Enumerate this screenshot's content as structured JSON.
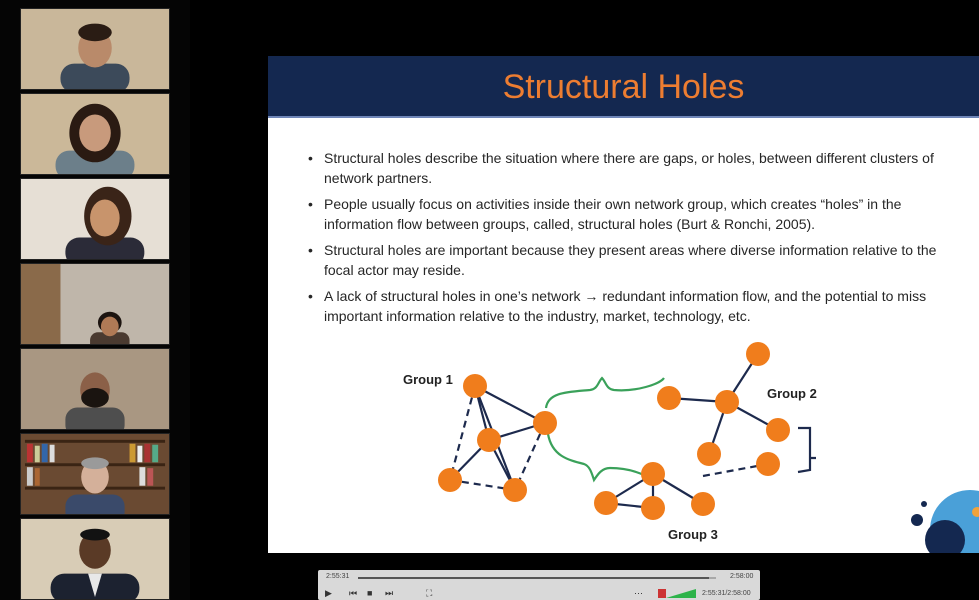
{
  "participants": [
    {
      "name": "",
      "palette": {
        "bg": "#c9b79a",
        "skin": "#b98a6a",
        "hair": "#2a1c14",
        "shirt": "#3c4a5a"
      }
    },
    {
      "name": "",
      "palette": {
        "bg": "#cbb899",
        "skin": "#c89a7c",
        "hair": "#2a1a12",
        "shirt": "#6c7f8a"
      }
    },
    {
      "name": "",
      "palette": {
        "bg": "#e6dfd5",
        "skin": "#c8946c",
        "hair": "#3a2418",
        "shirt": "#2b2b38"
      }
    },
    {
      "name": "",
      "palette": {
        "bg": "#bfb6aa",
        "skin": "#b07a56",
        "hair": "#1c1410",
        "shirt": "#4a3a30"
      }
    },
    {
      "name": "",
      "palette": {
        "bg": "#a99782",
        "skin": "#8b6048",
        "hair": "#1a1410",
        "shirt": "#4e4e4e"
      }
    },
    {
      "name": "",
      "palette": {
        "bg": "#6a4a32",
        "skin": "#d4b09a",
        "hair": "#9a9a9a",
        "shirt": "#3a4a6a"
      }
    },
    {
      "name": "",
      "palette": {
        "bg": "#d8ccb6",
        "skin": "#5a3a26",
        "hair": "#121212",
        "shirt": "#1c2230"
      }
    }
  ],
  "slide": {
    "title": "Structural Holes",
    "colors": {
      "title_bg": "#142850",
      "title_text": "#ed7d31",
      "node": "#f07d1c",
      "edge": "#1d2a4d",
      "brace_green": "#3aa15a"
    },
    "bullets": [
      "Structural holes describe the situation where there are gaps, or holes, between different clusters of network partners.",
      "People usually focus on activities inside their own network group, which creates “holes” in the information flow between groups, called, structural holes (Burt & Ronchi, 2005).",
      "Structural holes are important because they present areas where diverse information relative to the focal actor may reside.",
      "A lack of structural holes in one’s network → redundant information flow, and the potential to miss important information relative to the industry, market, technology, etc."
    ],
    "diagram": {
      "group1_label": "Group 1",
      "group2_label": "Group 2",
      "group3_label": "Group 3"
    }
  },
  "player": {
    "elapsed": "2:55:31",
    "total": "2:58:00",
    "time_readout": "2:55:31/2:58:00",
    "progress": 0.98,
    "controls": {
      "play": "▶",
      "skip_back": "⏮",
      "stop": "■",
      "skip_forward": "⏭",
      "fullscreen": "⛶",
      "more": "⋯"
    }
  }
}
